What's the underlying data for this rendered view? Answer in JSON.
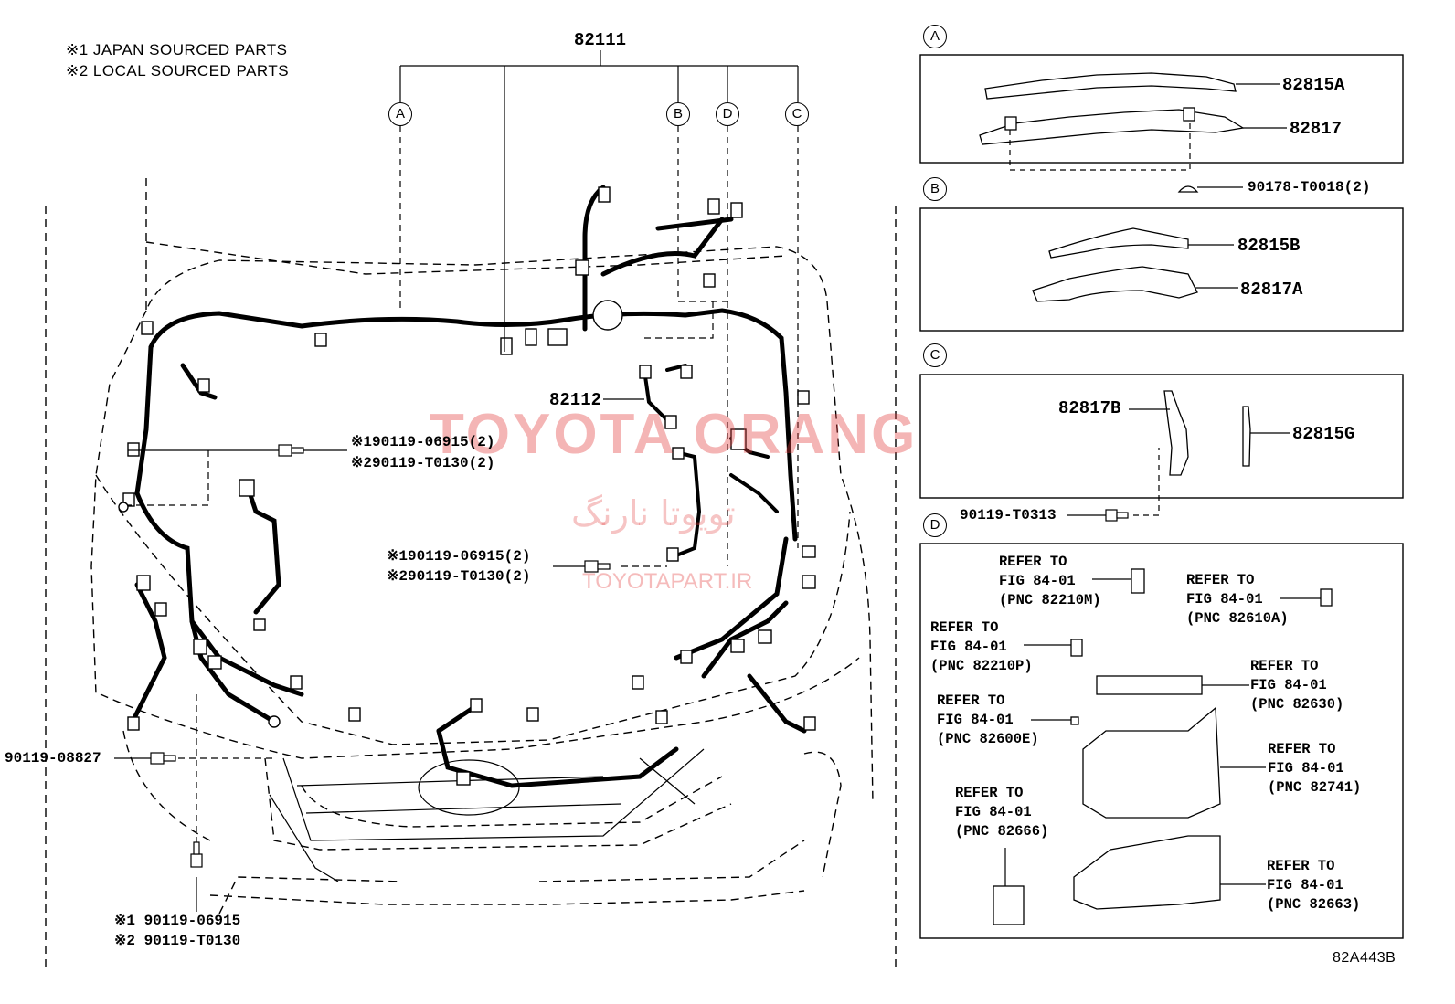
{
  "notes": {
    "line1": "※1 JAPAN SOURCED PARTS",
    "line2": "※2 LOCAL SOURCED PARTS"
  },
  "main": {
    "part_82111": "82111",
    "part_82112": "82112",
    "callout_a": "A",
    "callout_b": "B",
    "callout_c": "C",
    "callout_d": "D",
    "bolt1_line1": "※190119-06915(2)",
    "bolt1_line2": "※290119-T0130(2)",
    "bolt2_line1": "※190119-06915(2)",
    "bolt2_line2": "※290119-T0130(2)",
    "bolt3": "90119-08827",
    "bolt4_line1": "※1 90119-06915",
    "bolt4_line2": "※2 90119-T0130"
  },
  "detail_a": {
    "label": "A",
    "part1": "82815A",
    "part2": "82817",
    "clip": "90178-T0018(2)"
  },
  "detail_b": {
    "label": "B",
    "part1": "82815B",
    "part2": "82817A"
  },
  "detail_c": {
    "label": "C",
    "part1": "82817B",
    "part2": "82815G",
    "bolt": "90119-T0313"
  },
  "detail_d": {
    "label": "D",
    "ref1": "REFER TO\nFIG 84-01\n(PNC 82210M)",
    "ref2": "REFER TO\nFIG 84-01\n(PNC 82610A)",
    "ref3": "REFER TO\nFIG 84-01\n(PNC 82210P)",
    "ref4": "REFER TO\nFIG 84-01\n(PNC 82630)",
    "ref5": "REFER TO\nFIG 84-01\n(PNC 82600E)",
    "ref6": "REFER TO\nFIG 84-01\n(PNC 82741)",
    "ref7": "REFER TO\nFIG 84-01\n(PNC 82666)",
    "ref8": "REFER TO\nFIG 84-01\n(PNC 82663)"
  },
  "watermark": {
    "main": "TOYOTA ORANG",
    "farsi": "تویوتا نارنگ",
    "url": "TOYOTAPART.IR"
  },
  "figure_id": "82A443B"
}
